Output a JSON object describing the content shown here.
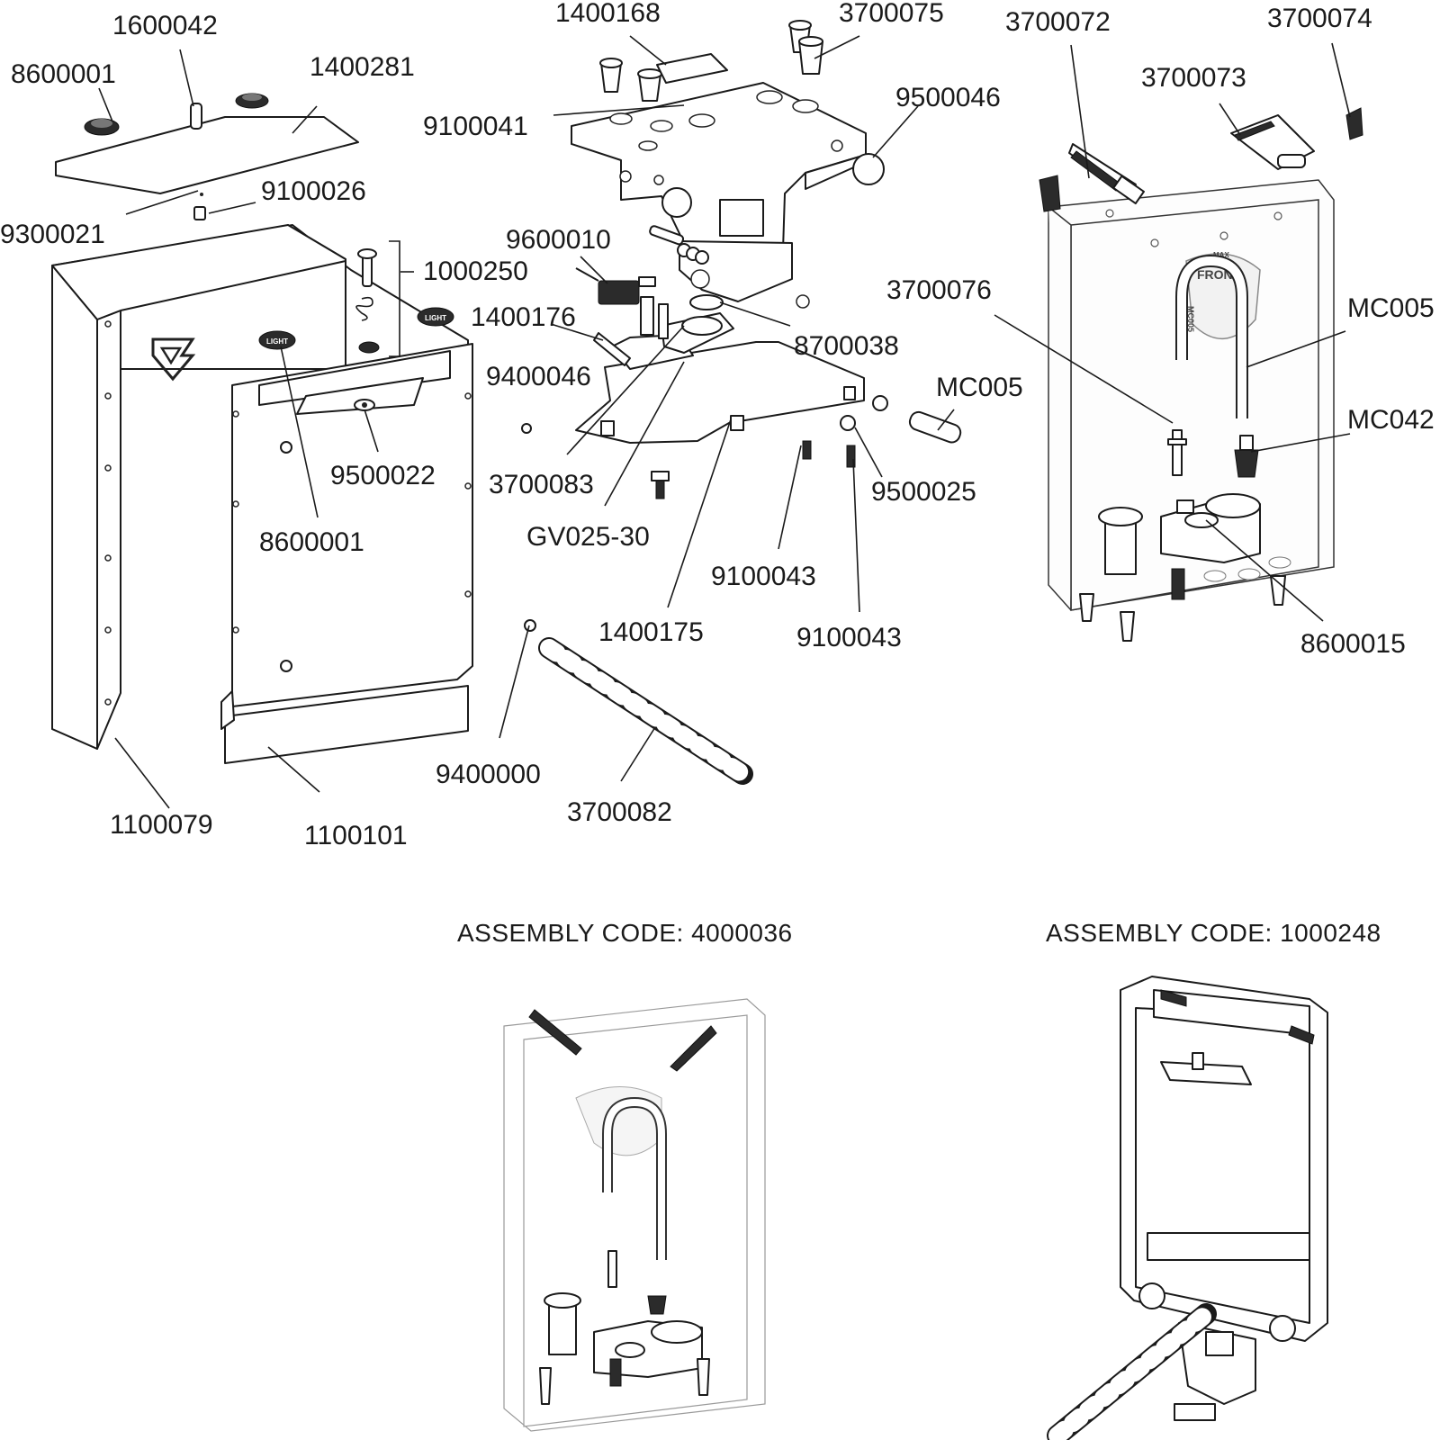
{
  "labels": {
    "p8600001a": "8600001",
    "p1600042": "1600042",
    "p1400281": "1400281",
    "p9100026": "9100026",
    "p9300021": "9300021",
    "p1000250": "1000250",
    "p9500022": "9500022",
    "p8600001b": "8600001",
    "p1100079": "1100079",
    "p1100101": "1100101",
    "p1400168": "1400168",
    "p3700075": "3700075",
    "p9100041": "9100041",
    "p9500046": "9500046",
    "p9600010": "9600010",
    "p1400176": "1400176",
    "p8700038": "8700038",
    "p9400046": "9400046",
    "p3700083": "3700083",
    "pGV025": "GV025-30",
    "pMC005a": "MC005",
    "p9500025": "9500025",
    "p9100043a": "9100043",
    "p9100043b": "9100043",
    "p1400175": "1400175",
    "p9400000": "9400000",
    "p3700082": "3700082",
    "p3700072": "3700072",
    "p3700074": "3700074",
    "p3700073": "3700073",
    "p3700076": "3700076",
    "pMC005b": "MC005",
    "pMC042": "MC042",
    "p8600015": "8600015"
  },
  "assemblies": {
    "left_title": "ASSEMBLY CODE: 4000036",
    "right_title": "ASSEMBLY CODE: 1000248"
  },
  "decals": {
    "front": "FRONT",
    "light": "LIGHT",
    "max": "MAX",
    "tube_code": "MC005"
  }
}
